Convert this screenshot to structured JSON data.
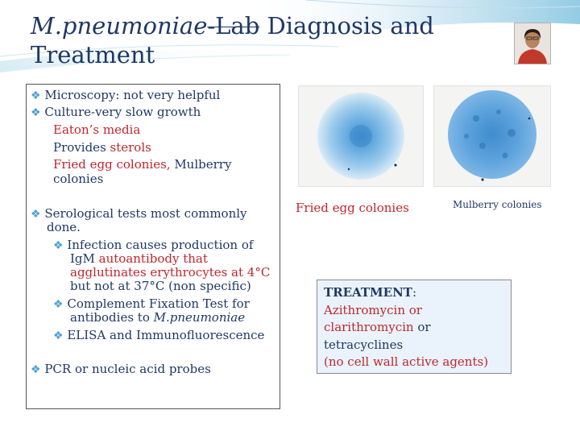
{
  "title": {
    "italic_part": "M.pneumoniae",
    "strike_part": "-Lab",
    "rest_line1": " Diagnosis and",
    "line2": "Treatment"
  },
  "left_box": {
    "microscopy_label": "Microscopy",
    "microscopy_rest": ": not very helpful",
    "culture_label": "Culture",
    "culture_rest": "-very slow growth",
    "eaton": "Eaton’s media",
    "provides": "Provides ",
    "sterols": "sterols",
    "fried_egg": "Fried egg colonies,",
    "mulberry": " Mulberry",
    "colonies_wrap": "colonies",
    "serology_line1": "Serological tests most commonly",
    "serology_line2": "done.",
    "infection_line1": "Infection causes production of",
    "infection_igm": "IgM ",
    "infection_auto": "autoantibody that",
    "infection_line3": "agglutinates erythrocytes at 4°C",
    "infection_line4": "but not at 37°C (non specific)",
    "complement_line1": "Complement Fixation Test for",
    "complement_line2_a": "antibodies to ",
    "complement_line2_b": "M.pneumoniae",
    "elisa": "ELISA and Immunofluorescence",
    "pcr": "PCR or nucleic acid probes"
  },
  "captions": {
    "fried_egg": "Fried egg colonies",
    "mulberry": "Mulberry colonies"
  },
  "treatment": {
    "heading": "TREATMENT",
    "colon": ":",
    "line1": "Azithromycin or",
    "line2_a": "clarithromycin",
    "line2_b": " or",
    "line3": "tetracyclines",
    "line4": "(no cell wall active agents)"
  },
  "icons": {
    "bullet": "❖",
    "avatar": "presenter-photo"
  },
  "colors": {
    "title": "#1f3864",
    "accent_red": "#c0262d",
    "bullet": "#4aa0d5",
    "treatment_bg": "#eaf3fb"
  }
}
